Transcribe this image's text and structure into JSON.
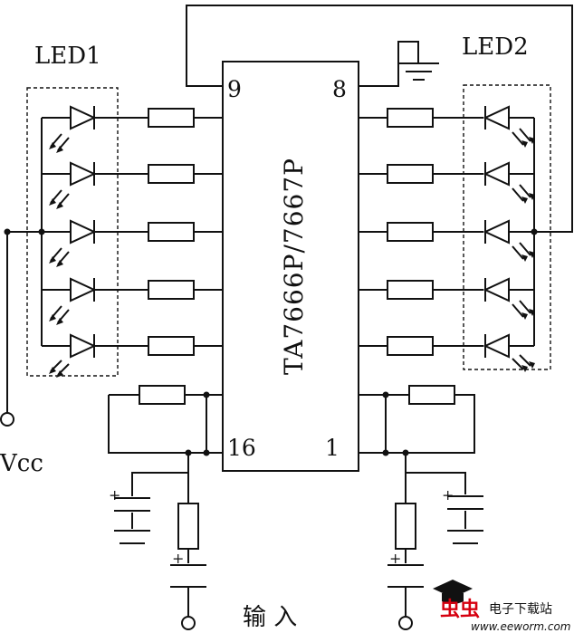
{
  "diagram": {
    "chip_label": "TA7666P/7667P",
    "pins": {
      "p9": "9",
      "p8": "8",
      "p16": "16",
      "p1": "1"
    },
    "led_left_label": "LED1",
    "led_right_label": "LED2",
    "vcc_label": "Vcc",
    "input_label": "输 入",
    "cap_polarity": "+"
  },
  "watermark": {
    "logo_text": "虫虫",
    "site_name": "电子下载站",
    "url": "www.eeworm.com",
    "brand_color": "#d6000f"
  }
}
